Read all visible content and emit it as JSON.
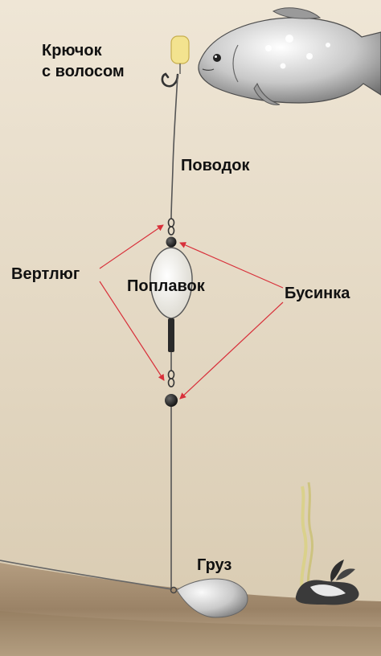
{
  "labels": {
    "hook_line1": "Крючок",
    "hook_line2": "с волосом",
    "leader": "Поводок",
    "swivel": "Вертлюг",
    "float": "Поплавок",
    "bead": "Бусинка",
    "weight": "Груз"
  },
  "colors": {
    "water_top": "#ede4d3",
    "water_bottom": "#d9ccb2",
    "bottom_ground": "#a28a6c",
    "pointer_arrows": "#d8303a",
    "line": "#555555",
    "float_body": "#f7f5ee"
  }
}
